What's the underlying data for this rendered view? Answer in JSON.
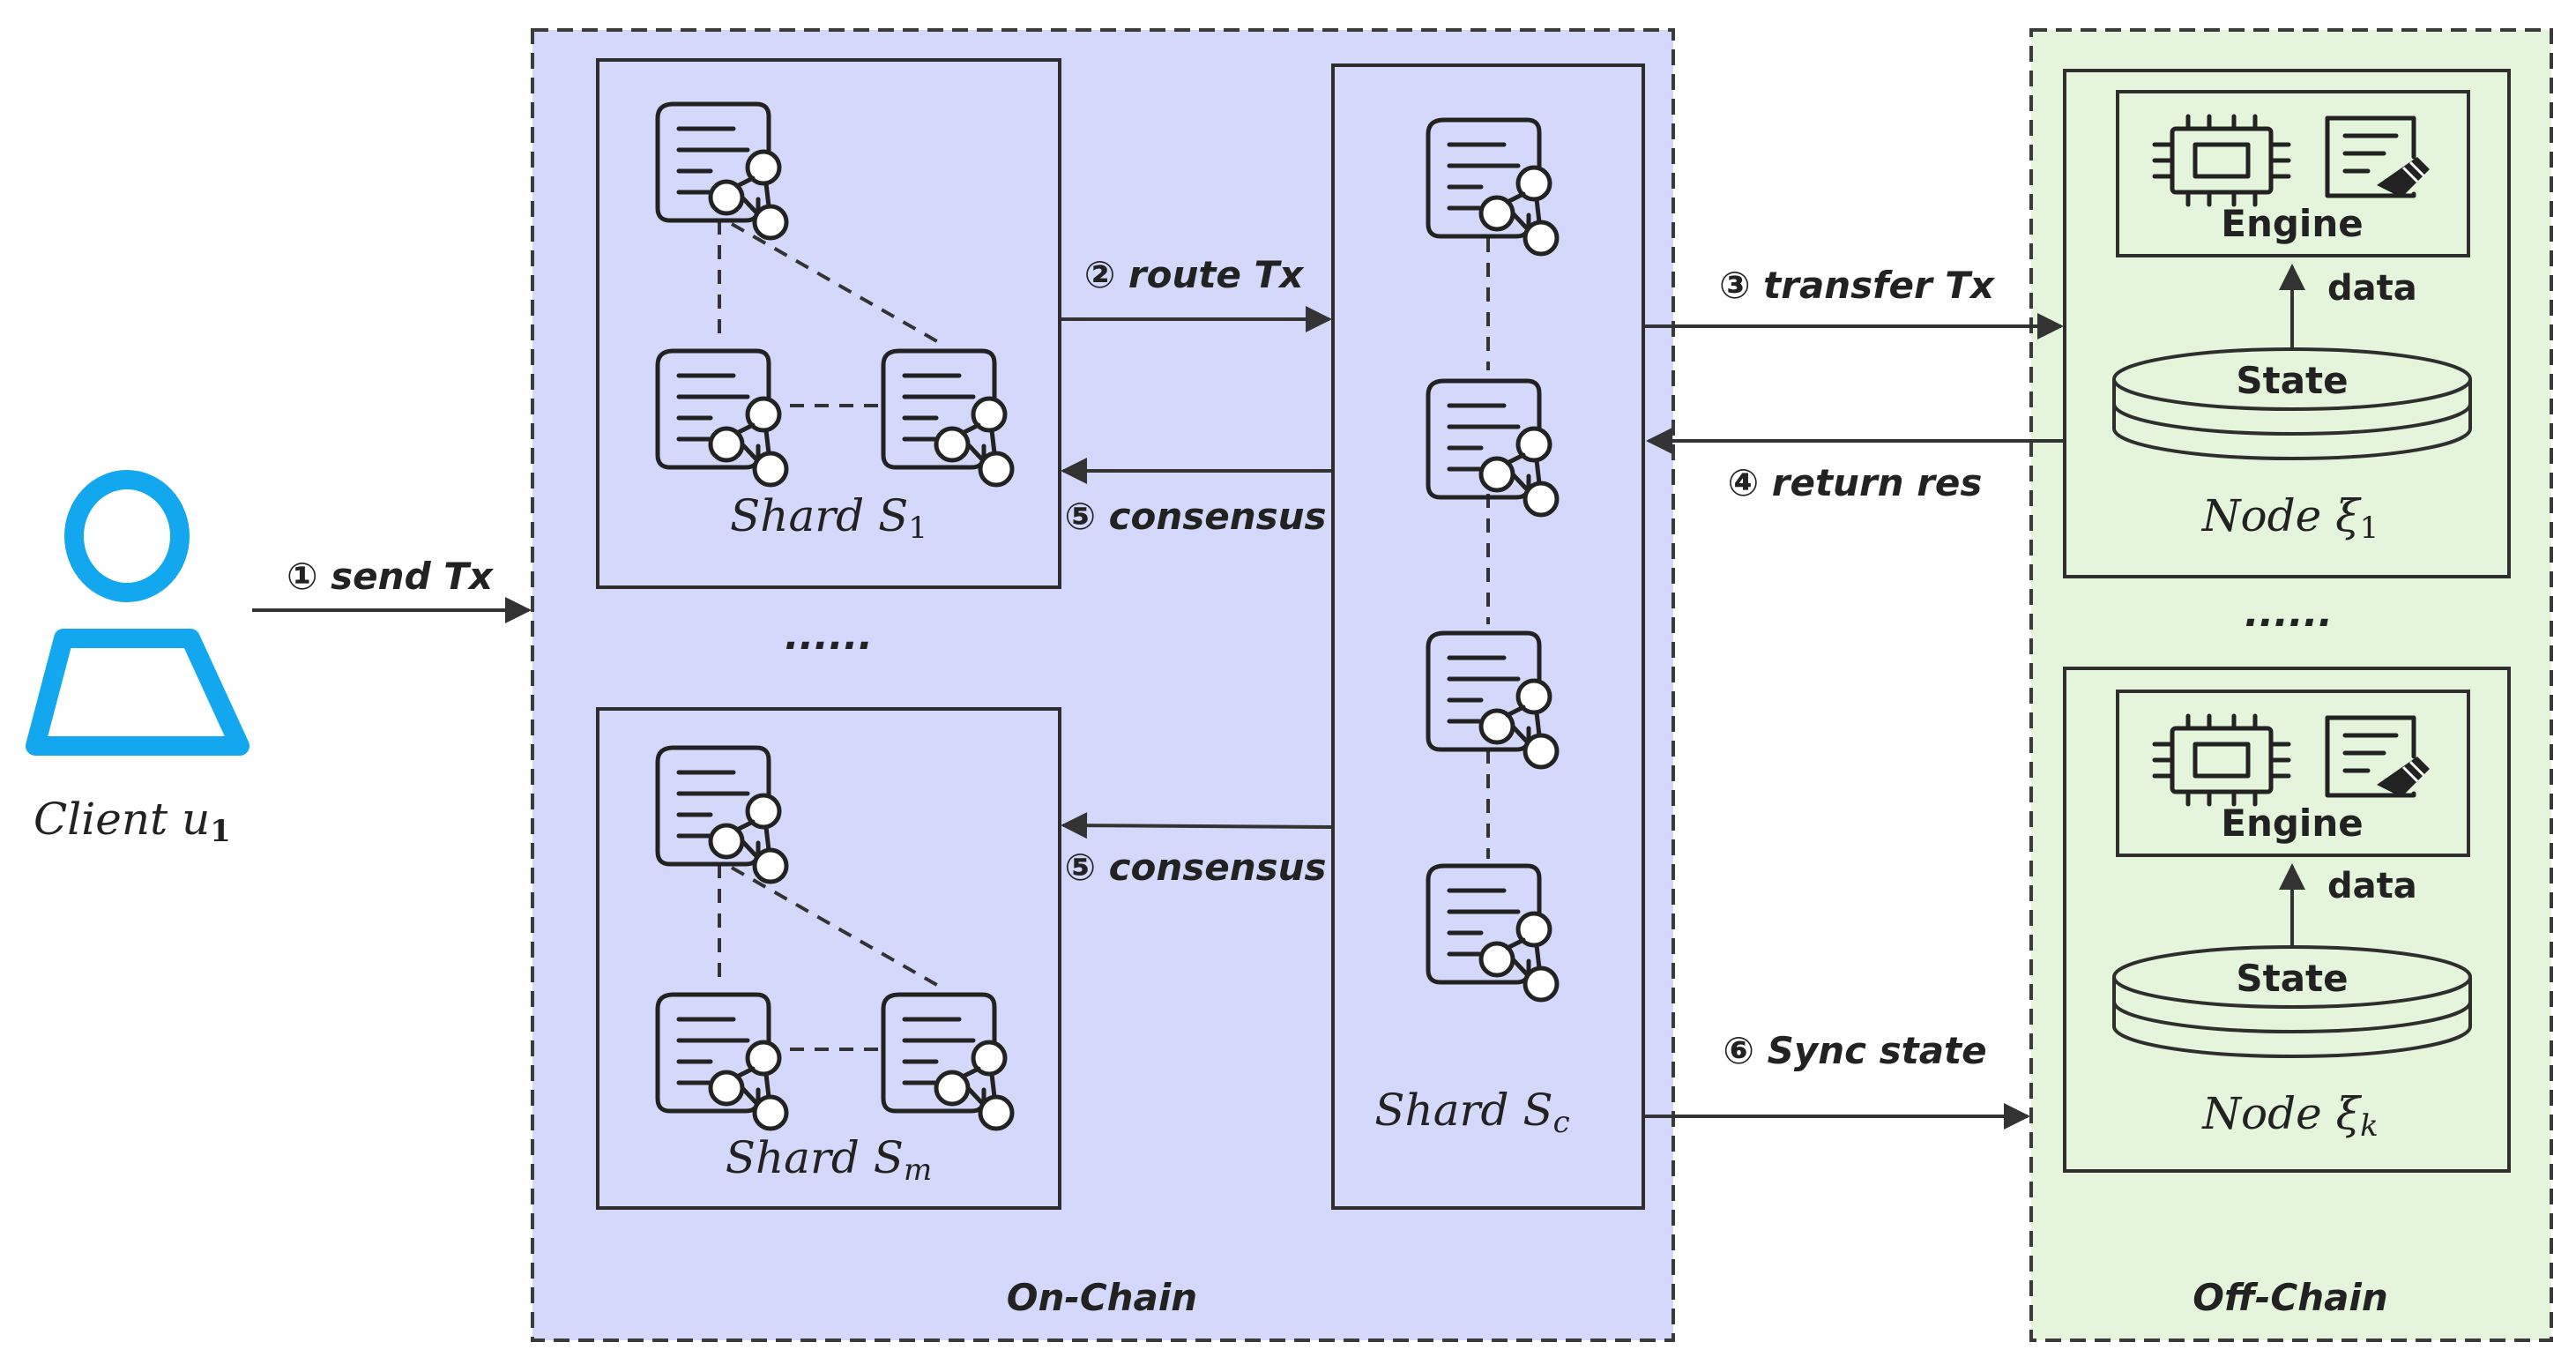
{
  "client": {
    "label": "Client ",
    "var": "u",
    "sub": "1"
  },
  "regions": {
    "on_chain": "On-Chain",
    "off_chain": "Off-Chain"
  },
  "shards": {
    "s1": {
      "label": "Shard ",
      "var": "S",
      "sub": "1"
    },
    "sm": {
      "label": "Shard ",
      "var": "S",
      "sub": "m"
    },
    "sc": {
      "label": "Shard ",
      "var": "S",
      "sub": "c"
    },
    "ellipsis": "......"
  },
  "nodes": {
    "n1": {
      "label": "Node ",
      "var": "ξ",
      "sub": "1",
      "engine": "Engine",
      "data": "data",
      "state": "State"
    },
    "nk": {
      "label": "Node ",
      "var": "ξ",
      "sub": "k",
      "engine": "Engine",
      "data": "data",
      "state": "State"
    },
    "ellipsis": "......"
  },
  "steps": {
    "send": "① send Tx",
    "route": "② route Tx",
    "transfer": "③ transfer Tx",
    "return": "④ return res",
    "consensus1": "⑤ consensus",
    "consensus2": "⑤ consensus",
    "sync": "⑥ Sync state"
  },
  "colors": {
    "on_chain_fill": "#d4d8fa",
    "off_chain_fill": "#e4f5dc",
    "client_icon": "#12a7ef",
    "line": "#333333"
  }
}
